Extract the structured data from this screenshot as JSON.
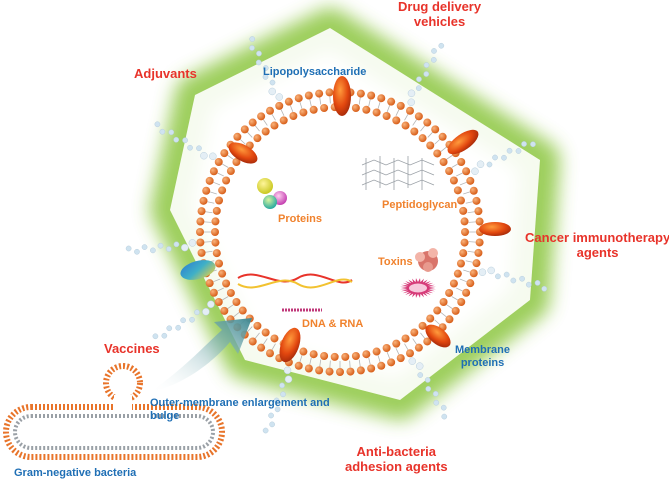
{
  "applications": {
    "drug_delivery": [
      "Drug delivery",
      "vehicles"
    ],
    "adjuvants": "Adjuvants",
    "cancer": [
      "Cancer immunotherapy",
      "agents"
    ],
    "vaccines": "Vaccines",
    "anti_bacteria": [
      "Anti-bacteria",
      "adhesion agents"
    ]
  },
  "components": {
    "lps": "Lipopolysaccharide",
    "proteins": "Proteins",
    "peptidoglycan": "Peptidoglycan",
    "toxins": "Toxins",
    "dna_rna": "DNA & RNA",
    "membrane_proteins": [
      "Membrane",
      "proteins"
    ]
  },
  "bacteria": {
    "process": [
      "Outer-membrane enlargement and",
      "bulge"
    ],
    "label": "Gram-negative bacteria"
  },
  "colors": {
    "application_label": "#e8332a",
    "component_label": "#1f6fb5",
    "cargo_label": "#f0822d",
    "membrane": "#e8742a",
    "halo": "#8cc63f",
    "arrow": "#4a8f9a"
  }
}
